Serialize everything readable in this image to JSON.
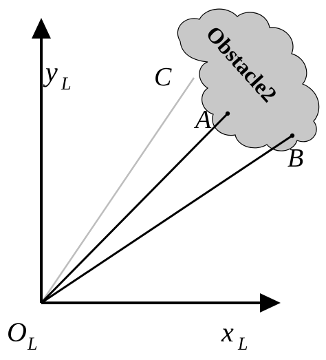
{
  "diagram": {
    "axes": {
      "x_label": "x",
      "x_sub": "L",
      "y_label": "y",
      "y_sub": "L",
      "origin_label": "O",
      "origin_sub": "L"
    },
    "obstacle": {
      "label": "Obstacle2",
      "fill_color": "#c8c8c8",
      "stroke_color": "#000000"
    },
    "rays": [
      {
        "label": "A",
        "color": "#000000",
        "endpoint_marked": true
      },
      {
        "label": "B",
        "color": "#000000",
        "endpoint_marked": true
      },
      {
        "label": "C",
        "color": "#bdbdbd",
        "endpoint_marked": false
      }
    ]
  }
}
